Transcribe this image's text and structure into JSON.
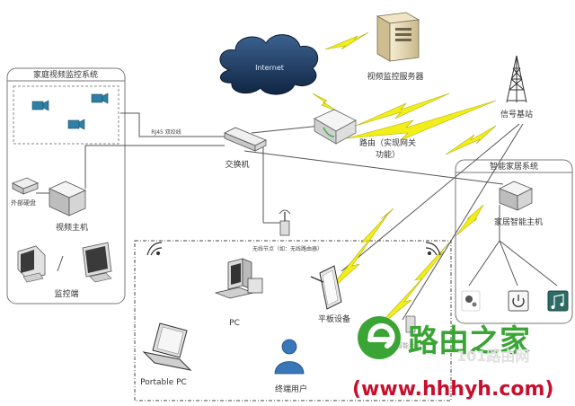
{
  "groups": {
    "home_video": "家庭视频监控系统",
    "smart_home": "智能家居系统",
    "wireless_node": "无线节点（如：无线路由器）"
  },
  "nodes": {
    "internet": "Internet",
    "video_server": "视频监控服务器",
    "router_line1": "路由（实现网关",
    "router_line2": "功能）",
    "base_station": "信号基站",
    "switch": "交换机",
    "cable": "RJ45 双绞线",
    "external_disk": "外部硬盘",
    "video_host": "视频主机",
    "monitor_end": "监控端",
    "smart_host": "家居智能主机",
    "pc": "PC",
    "tablet": "平板设备",
    "portable_pc": "Portable PC",
    "terminal_user": "终端用户",
    "smartphone": "智能手机"
  },
  "watermark": {
    "brand": "路由之家",
    "site": "101路由网",
    "url": "(www.hhhyh.com)"
  },
  "colors": {
    "lightning": "#f2ee1a",
    "cloud": "#1d3e66",
    "camera": "#2f7fa6",
    "brand_green": "#3aa535",
    "url_red": "#c8102e"
  }
}
